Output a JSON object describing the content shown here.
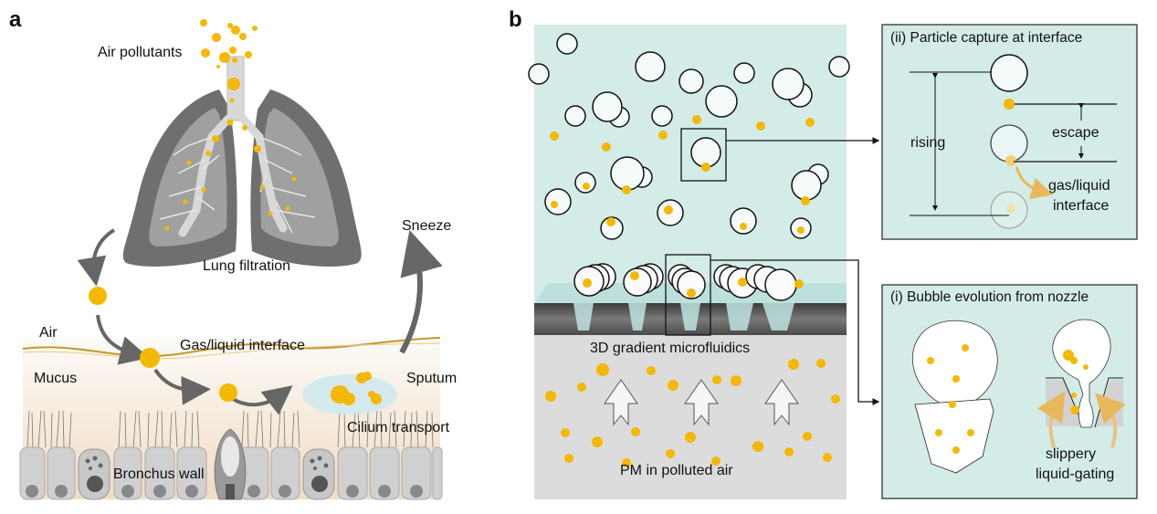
{
  "panel_a": {
    "letter": "a",
    "labels": {
      "air_pollutants": "Air pollutants",
      "lung_filtration": "Lung filtration",
      "sneeze": "Sneeze",
      "air": "Air",
      "gas_liquid_interface": "Gas/liquid interface",
      "mucus": "Mucus",
      "sputum": "Sputum",
      "cilium_transport": "Cilium transport",
      "bronchus_wall": "Bronchus wall"
    }
  },
  "panel_b": {
    "letter": "b",
    "labels": {
      "microfluidics": "3D gradient microfluidics",
      "pm_air": "PM in polluted air"
    },
    "inset_ii": {
      "title": "(ii) Particle capture at interface",
      "rising": "rising",
      "escape": "escape",
      "interface_line1": "gas/liquid",
      "interface_line2": "interface"
    },
    "inset_i": {
      "title": "(i) Bubble evolution from nozzle",
      "gating_line1": "slippery",
      "gating_line2": "liquid-gating"
    }
  },
  "colors": {
    "particle": "#f5b800",
    "liquid": "#d3ece8",
    "air_gray": "#dcdcdc",
    "lung_dark": "#6e6e6e",
    "lung_light": "#9a9a9a",
    "mucus": "#f6e9d8",
    "interface_line": "#c8962a"
  }
}
